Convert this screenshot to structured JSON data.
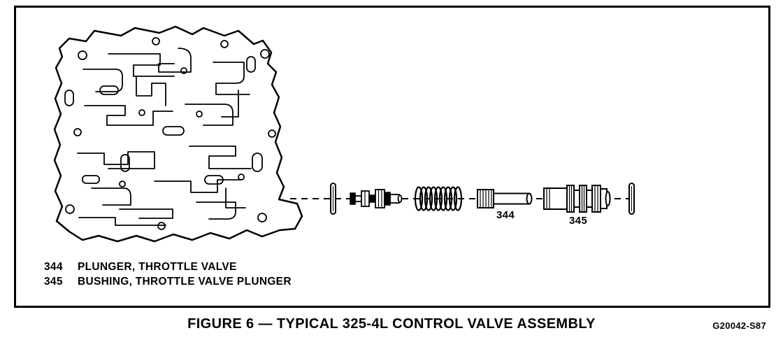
{
  "figure": {
    "caption": "FIGURE 6 — TYPICAL 325-4L CONTROL VALVE ASSEMBLY",
    "doc_code": "G20042-S87",
    "callouts": [
      {
        "number": "344"
      },
      {
        "number": "345"
      }
    ],
    "legend": [
      {
        "number": "344",
        "name": "PLUNGER, THROTTLE VALVE"
      },
      {
        "number": "345",
        "name": "BUSHING, THROTTLE VALVE PLUNGER"
      }
    ],
    "colors": {
      "line": "#000000",
      "background": "#ffffff"
    }
  }
}
